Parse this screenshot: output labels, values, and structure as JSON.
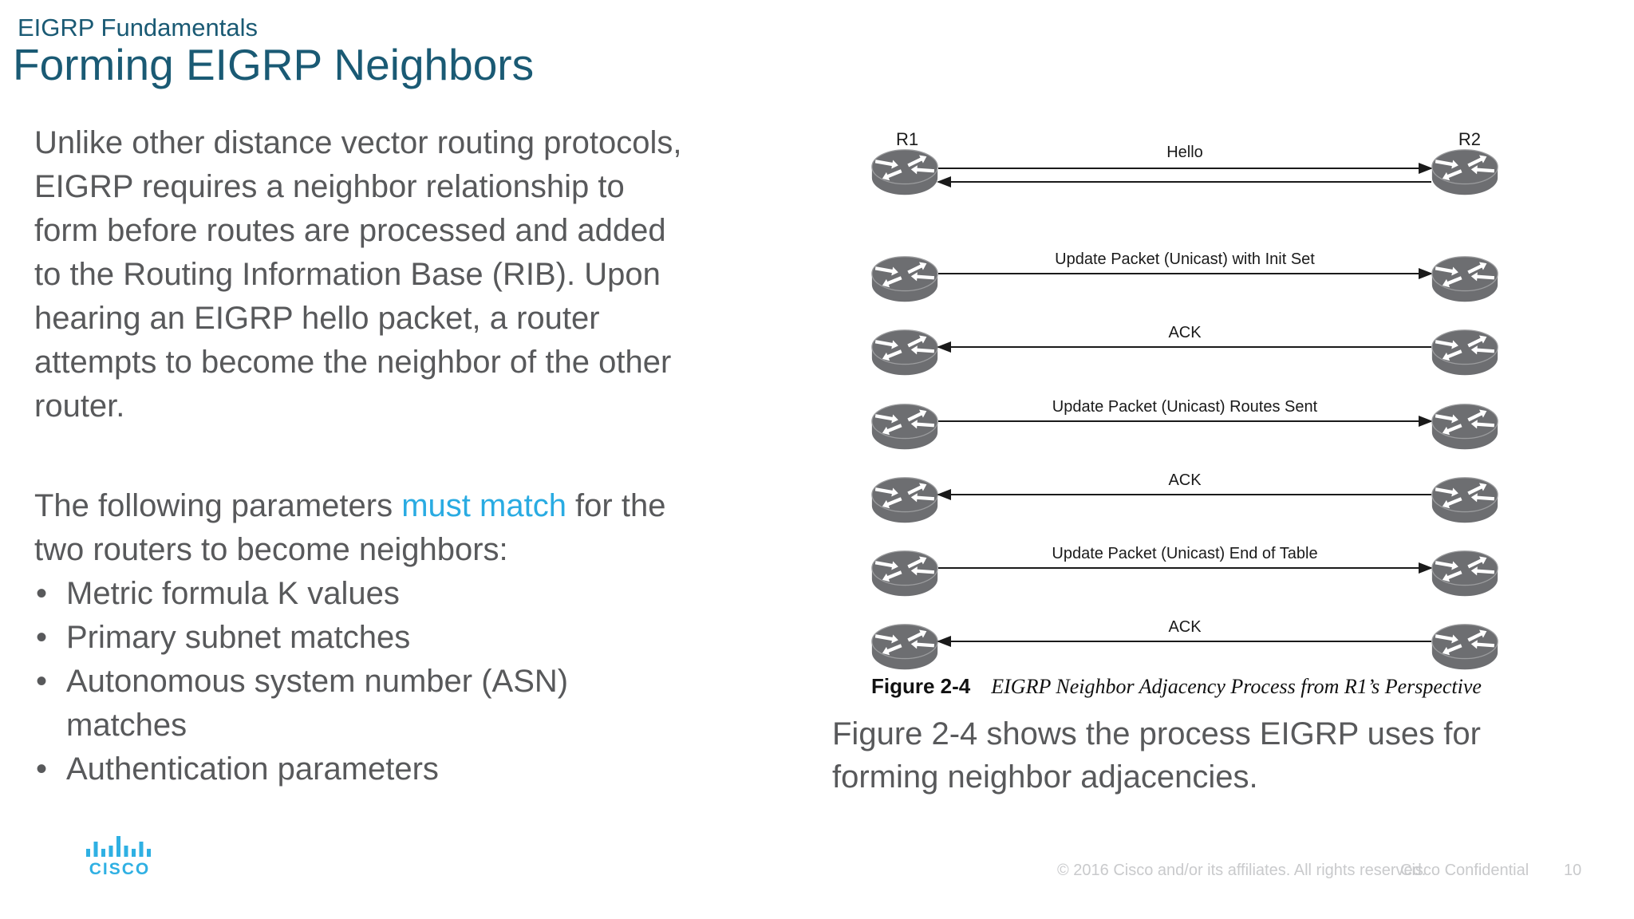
{
  "slide": {
    "kicker": "EIGRP Fundamentals",
    "title": "Forming EIGRP Neighbors",
    "paragraph1": "Unlike other distance vector routing protocols,\nEIGRP requires a neighbor relationship to\nform before routes are processed and added\nto the Routing Information Base (RIB). Upon\nhearing an EIGRP hello packet, a router\nattempts to become the neighbor of the other\nrouter.",
    "paragraph2_before": "The following parameters ",
    "paragraph2_highlight": "must match",
    "paragraph2_after": " for the\ntwo routers to become neighbors:",
    "bullets": [
      "Metric formula K values",
      "Primary subnet matches",
      "Autonomous system number (ASN)\nmatches",
      "Authentication parameters"
    ],
    "figure_note": "Figure 2-4 shows the process EIGRP uses for\nforming neighbor adjacencies."
  },
  "diagram": {
    "router_left_label": "R1",
    "router_right_label": "R2",
    "rows": [
      {
        "label": "Hello",
        "direction": "both"
      },
      {
        "label": "Update Packet (Unicast) with Init Set",
        "direction": "right"
      },
      {
        "label": "ACK",
        "direction": "left"
      },
      {
        "label": "Update Packet (Unicast) Routes Sent",
        "direction": "right"
      },
      {
        "label": "ACK",
        "direction": "left"
      },
      {
        "label": "Update Packet (Unicast) End of Table",
        "direction": "right"
      },
      {
        "label": "ACK",
        "direction": "left"
      }
    ],
    "caption_label": "Figure 2-4",
    "caption_text": "EIGRP Neighbor Adjacency Process from R1’s Perspective"
  },
  "footer": {
    "logo_text": "CISCO",
    "copyright": "© 2016  Cisco and/or its affiliates. All rights reserved.",
    "confidential": "Cisco Confidential",
    "page_number": "10"
  },
  "colors": {
    "title_teal": "#1a5a74",
    "body_gray": "#58595b",
    "highlight_cyan": "#29abe2",
    "router_gray": "#6d6e71",
    "diagram_black": "#1a1a1a",
    "footer_gray": "#c9cacc",
    "logo_blue": "#2fb0e3"
  }
}
